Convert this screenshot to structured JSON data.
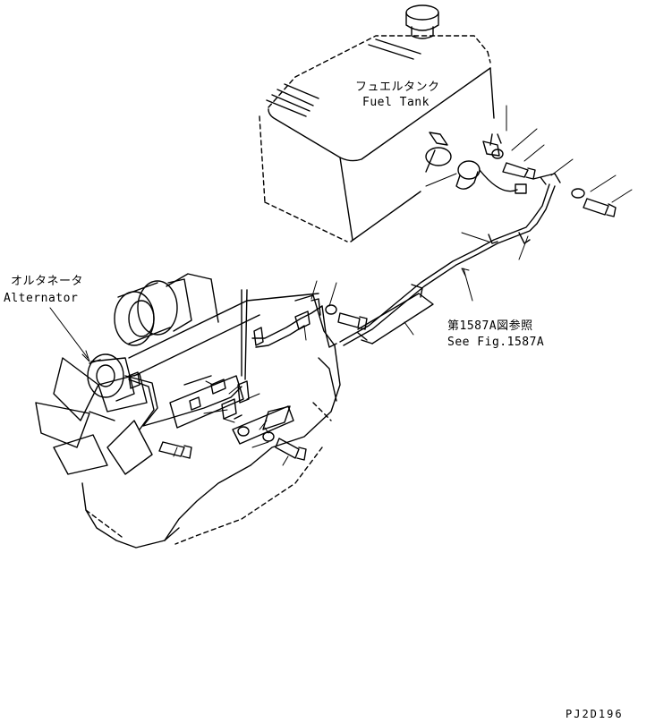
{
  "labels": {
    "fuel_tank_jp": "フュエルタンク",
    "fuel_tank_en": "Fuel Tank",
    "alternator_jp": "オルタネータ",
    "alternator_en": "Alternator",
    "ref_jp": "第1587A図参照",
    "ref_en": "See Fig.1587A"
  },
  "drawing_code": "PJ2D196"
}
